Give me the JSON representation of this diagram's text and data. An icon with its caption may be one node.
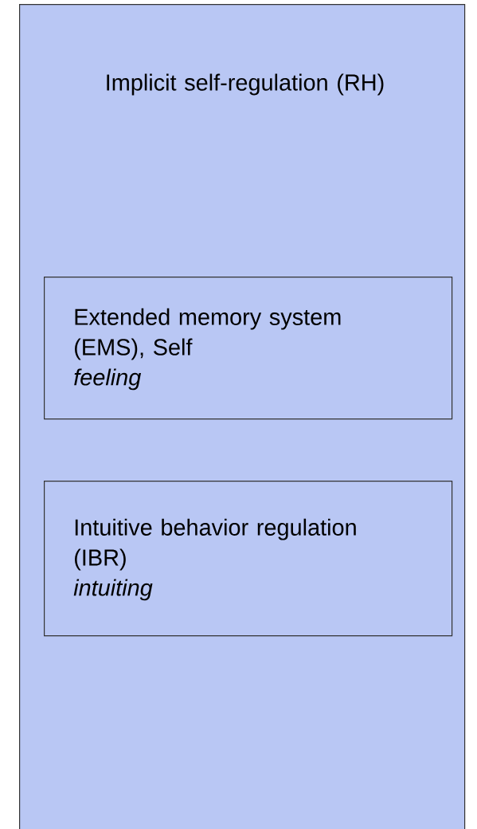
{
  "diagram": {
    "nodes": [
      {
        "text": [
          "Implicit self-regulation (RH)"
        ]
      },
      {
        "text": [
          "Extended memory system (EMS), Self",
          "feeling"
        ],
        "in": 0
      },
      {
        "text": [
          "Intuitive behavior regulation (IBR)",
          "intuiting"
        ],
        "in": 0
      }
    ]
  }
}
